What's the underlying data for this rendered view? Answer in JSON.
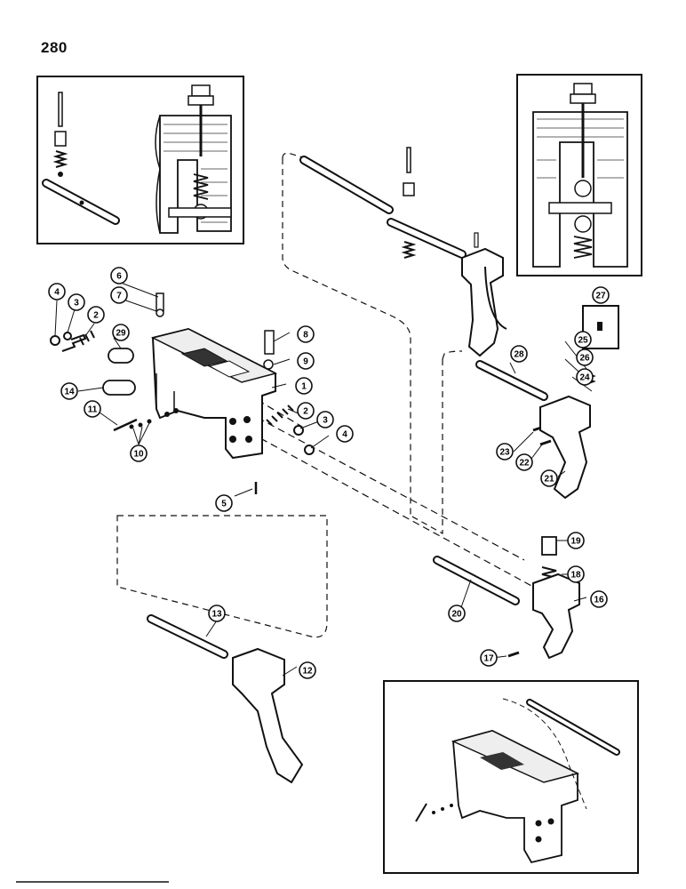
{
  "page": {
    "number": "280"
  },
  "callouts": [
    {
      "id": "c1",
      "label": "1"
    },
    {
      "id": "c2a",
      "label": "2"
    },
    {
      "id": "c2b",
      "label": "2"
    },
    {
      "id": "c3a",
      "label": "3"
    },
    {
      "id": "c3b",
      "label": "3"
    },
    {
      "id": "c4a",
      "label": "4"
    },
    {
      "id": "c4b",
      "label": "4"
    },
    {
      "id": "c5",
      "label": "5"
    },
    {
      "id": "c6",
      "label": "6"
    },
    {
      "id": "c7",
      "label": "7"
    },
    {
      "id": "c8",
      "label": "8"
    },
    {
      "id": "c9",
      "label": "9"
    },
    {
      "id": "c10",
      "label": "10"
    },
    {
      "id": "c11",
      "label": "11"
    },
    {
      "id": "c12",
      "label": "12"
    },
    {
      "id": "c13",
      "label": "13"
    },
    {
      "id": "c14",
      "label": "14"
    },
    {
      "id": "c16",
      "label": "16"
    },
    {
      "id": "c17",
      "label": "17"
    },
    {
      "id": "c18",
      "label": "18"
    },
    {
      "id": "c19",
      "label": "19"
    },
    {
      "id": "c20",
      "label": "20"
    },
    {
      "id": "c21",
      "label": "21"
    },
    {
      "id": "c22",
      "label": "22"
    },
    {
      "id": "c23",
      "label": "23"
    },
    {
      "id": "c24",
      "label": "24"
    },
    {
      "id": "c25",
      "label": "25"
    },
    {
      "id": "c26",
      "label": "26"
    },
    {
      "id": "c27",
      "label": "27"
    },
    {
      "id": "c28",
      "label": "28"
    },
    {
      "id": "c29",
      "label": "29"
    }
  ]
}
